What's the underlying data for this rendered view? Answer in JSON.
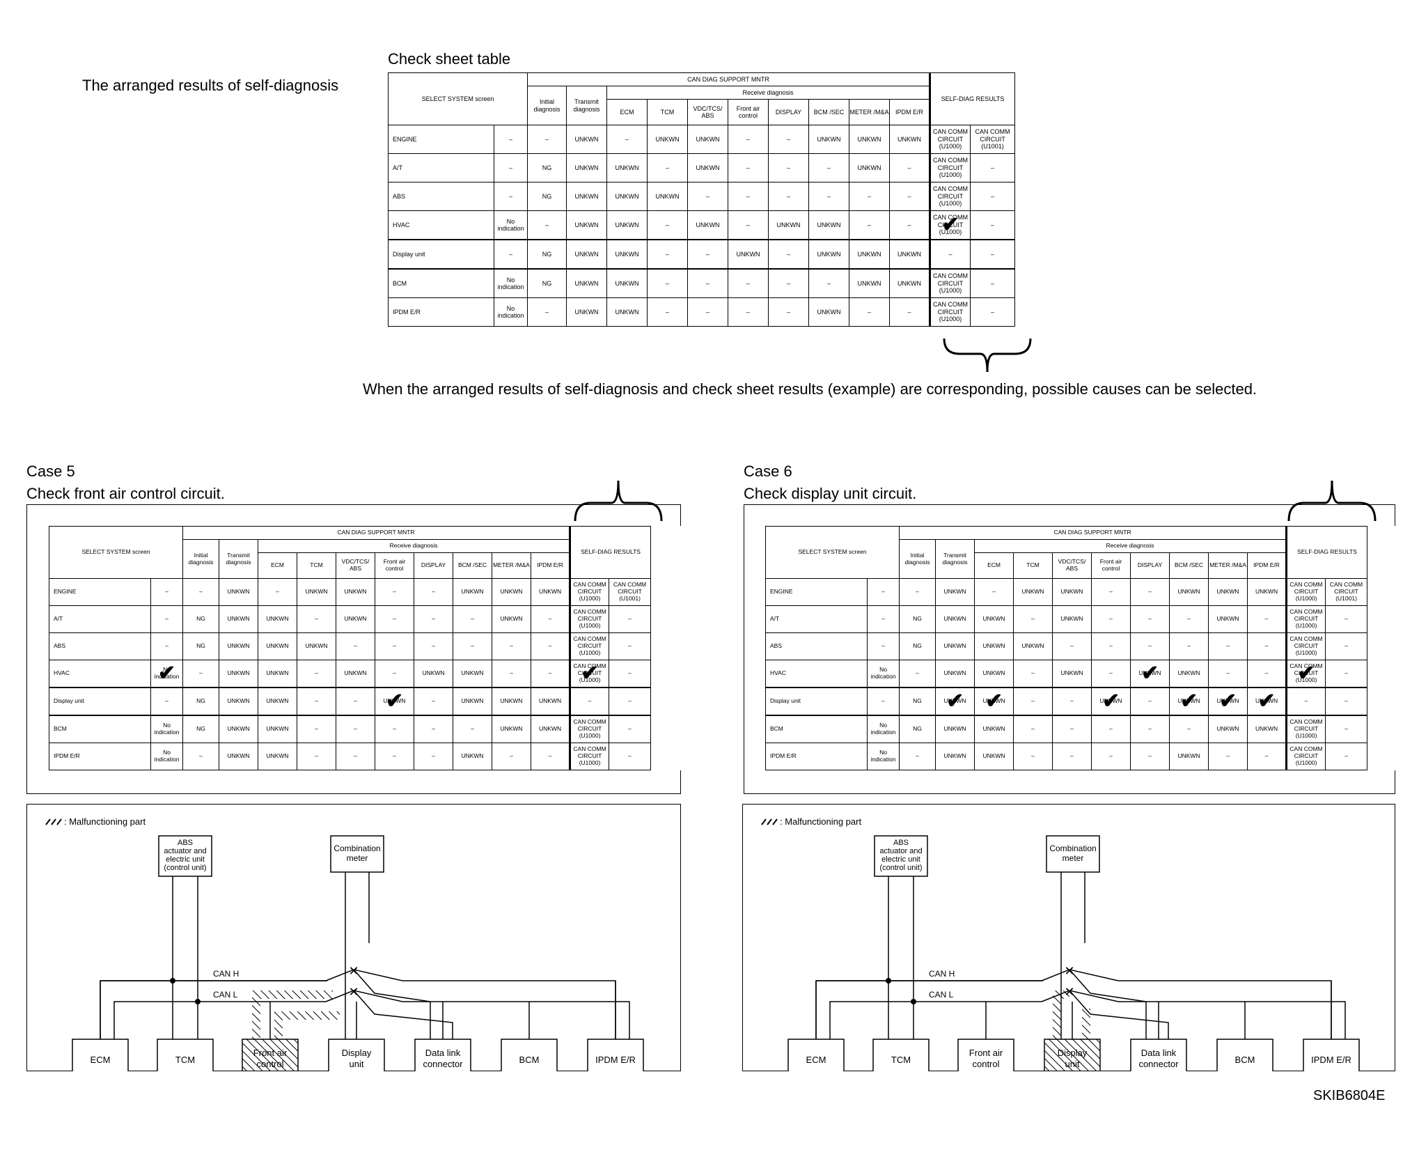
{
  "top": {
    "table_title": "Check sheet table",
    "left_caption": "The arranged results of self-diagnosis",
    "bottom_caption": "When the arranged results of self-diagnosis and check sheet results (example) are corresponding, possible causes can be selected."
  },
  "headers": {
    "select_system": "SELECT SYSTEM screen",
    "can_diag": "CAN DIAG SUPPORT MNTR",
    "receive_diag": "Receive diagnosis",
    "self_diag": "SELF-DIAG RESULTS",
    "initial": "Initial diagnosis",
    "transmit": "Transmit diagnosis",
    "cols": [
      "ECM",
      "TCM",
      "VDC/TCS/ ABS",
      "Front air control",
      "DISPLAY",
      "BCM /SEC",
      "METER /M&A",
      "IPDM E/R"
    ]
  },
  "rows": [
    {
      "sys": "ENGINE",
      "cells": [
        "–",
        "–",
        "UNKWN",
        "–",
        "UNKWN",
        "UNKWN",
        "–",
        "–",
        "UNKWN",
        "UNKWN",
        "UNKWN",
        "CAN COMM CIRCUIT (U1000)",
        "CAN COMM CIRCUIT (U1001)"
      ]
    },
    {
      "sys": "A/T",
      "cells": [
        "–",
        "NG",
        "UNKWN",
        "UNKWN",
        "–",
        "UNKWN",
        "–",
        "–",
        "–",
        "UNKWN",
        "–",
        "CAN COMM CIRCUIT (U1000)",
        "–"
      ]
    },
    {
      "sys": "ABS",
      "cells": [
        "–",
        "NG",
        "UNKWN",
        "UNKWN",
        "UNKWN",
        "–",
        "–",
        "–",
        "–",
        "–",
        "–",
        "CAN COMM CIRCUIT (U1000)",
        "–"
      ]
    },
    {
      "sys": "HVAC",
      "cells": [
        "No indication",
        "–",
        "UNKWN",
        "UNKWN",
        "–",
        "UNKWN",
        "–",
        "UNKWN",
        "UNKWN",
        "–",
        "–",
        "CAN COMM CIRCUIT (U1000)",
        "–"
      ]
    },
    {
      "sys": "Display unit",
      "cells": [
        "–",
        "NG",
        "UNKWN",
        "UNKWN",
        "–",
        "–",
        "UNKWN",
        "–",
        "UNKWN",
        "UNKWN",
        "UNKWN",
        "–",
        "–"
      ]
    },
    {
      "sys": "BCM",
      "cells": [
        "No indication",
        "NG",
        "UNKWN",
        "UNKWN",
        "–",
        "–",
        "–",
        "–",
        "–",
        "UNKWN",
        "UNKWN",
        "CAN COMM CIRCUIT (U1000)",
        "–"
      ]
    },
    {
      "sys": "IPDM E/R",
      "cells": [
        "No indication",
        "–",
        "UNKWN",
        "UNKWN",
        "–",
        "–",
        "–",
        "–",
        "UNKWN",
        "–",
        "–",
        "CAN COMM CIRCUIT (U1000)",
        "–"
      ]
    }
  ],
  "case5": {
    "label": "Case 5",
    "title": "Check front air control circuit."
  },
  "case6": {
    "label": "Case 6",
    "title": "Check display unit circuit."
  },
  "diagram": {
    "legend": ": Malfunctioning part",
    "can_h": "CAN H",
    "can_l": "CAN L",
    "abs_unit": [
      "ABS",
      "actuator and",
      "electric unit",
      "(control unit)"
    ],
    "meter": [
      "Combination",
      "meter"
    ],
    "units": [
      [
        "ECM"
      ],
      [
        "TCM"
      ],
      [
        "Front air",
        "control"
      ],
      [
        "Display",
        "unit"
      ],
      [
        "Data link",
        "connector"
      ],
      [
        "BCM"
      ],
      [
        "IPDM E/R"
      ]
    ]
  },
  "figure_id": "SKIB6804E"
}
